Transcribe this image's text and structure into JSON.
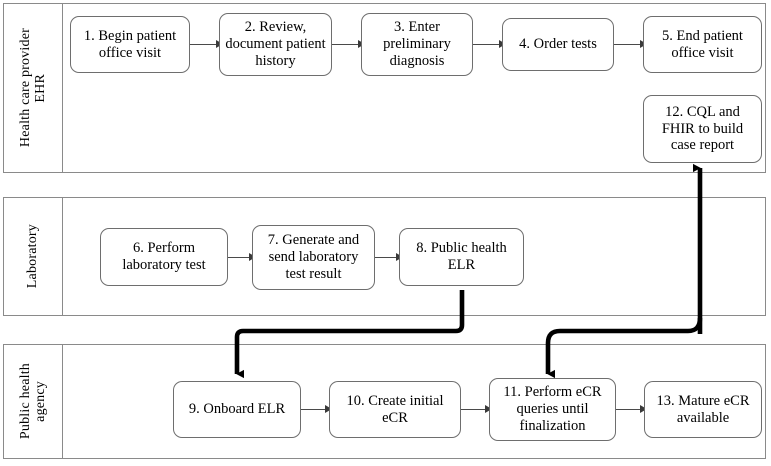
{
  "diagram": {
    "title": "eCR workflow swimlane diagram",
    "type": "swimlane-flowchart",
    "colors": {
      "background": "#ffffff",
      "lane_border": "#8a8a8a",
      "node_border": "#6e6e6e",
      "thin_connector": "#4a4a4a",
      "thick_connector": "#000000",
      "text": "#000000"
    }
  },
  "lanes": [
    {
      "id": "lane-provider",
      "label": "Health care provider EHR",
      "label_lines": [
        "Health care provider",
        "EHR"
      ]
    },
    {
      "id": "lane-laboratory",
      "label": "Laboratory",
      "label_lines": [
        "Laboratory"
      ]
    },
    {
      "id": "lane-agency",
      "label": "Public health agency",
      "label_lines": [
        "Public health",
        "agency"
      ]
    }
  ],
  "nodes": [
    {
      "id": "n1",
      "lane": "lane-provider",
      "number": "1.",
      "text": "1. Begin patient office visit"
    },
    {
      "id": "n2",
      "lane": "lane-provider",
      "number": "2.",
      "text": "2. Review, document patient history"
    },
    {
      "id": "n3",
      "lane": "lane-provider",
      "number": "3.",
      "text": "3. Enter preliminary diagnosis"
    },
    {
      "id": "n4",
      "lane": "lane-provider",
      "number": "4.",
      "text": "4. Order tests"
    },
    {
      "id": "n5",
      "lane": "lane-provider",
      "number": "5.",
      "text": "5. End patient office visit"
    },
    {
      "id": "n12",
      "lane": "lane-provider",
      "number": "12.",
      "text": "12. CQL and FHIR to build case report"
    },
    {
      "id": "n6",
      "lane": "lane-laboratory",
      "number": "6.",
      "text": "6. Perform laboratory test"
    },
    {
      "id": "n7",
      "lane": "lane-laboratory",
      "number": "7.",
      "text": "7. Generate and send laboratory test result"
    },
    {
      "id": "n8",
      "lane": "lane-laboratory",
      "number": "8.",
      "text": "8. Public health ELR"
    },
    {
      "id": "n9",
      "lane": "lane-agency",
      "number": "9.",
      "text": "9. Onboard ELR"
    },
    {
      "id": "n10",
      "lane": "lane-agency",
      "number": "10.",
      "text": "10. Create initial eCR"
    },
    {
      "id": "n11",
      "lane": "lane-agency",
      "number": "11.",
      "text": "11. Perform eCR queries until finalization"
    },
    {
      "id": "n13",
      "lane": "lane-agency",
      "number": "13.",
      "text": "13. Mature eCR available"
    }
  ],
  "edges": [
    {
      "from": "n1",
      "to": "n2",
      "style": "thin",
      "direction": "right"
    },
    {
      "from": "n2",
      "to": "n3",
      "style": "thin",
      "direction": "right"
    },
    {
      "from": "n3",
      "to": "n4",
      "style": "thin",
      "direction": "right"
    },
    {
      "from": "n4",
      "to": "n5",
      "style": "thin",
      "direction": "right"
    },
    {
      "from": "n6",
      "to": "n7",
      "style": "thin",
      "direction": "right"
    },
    {
      "from": "n7",
      "to": "n8",
      "style": "thin",
      "direction": "right"
    },
    {
      "from": "n9",
      "to": "n10",
      "style": "thin",
      "direction": "right"
    },
    {
      "from": "n10",
      "to": "n11",
      "style": "thin",
      "direction": "right"
    },
    {
      "from": "n11",
      "to": "n13",
      "style": "thin",
      "direction": "right"
    },
    {
      "from": "n8",
      "to": "n9",
      "style": "thick",
      "direction": "down-left-down"
    },
    {
      "from": "n8",
      "to": "n11",
      "style": "thick",
      "direction": "cross-lane-down"
    },
    {
      "from": "n11",
      "to": "n12",
      "style": "thick",
      "direction": "up-right-up"
    }
  ]
}
